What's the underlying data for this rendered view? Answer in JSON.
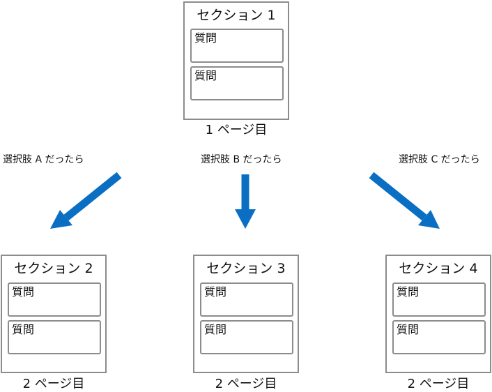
{
  "colors": {
    "arrow": "#0a6fc2",
    "border": "#8c8c8c",
    "text": "#111111"
  },
  "top_page": {
    "section_title": "セクション 1",
    "questions": [
      "質問",
      "質問"
    ],
    "page_label": "1 ページ目"
  },
  "choices": [
    {
      "label": "選択肢 A だったら"
    },
    {
      "label": "選択肢 B だったら"
    },
    {
      "label": "選択肢 C だったら"
    }
  ],
  "bottom_pages": [
    {
      "section_title": "セクション 2",
      "questions": [
        "質問",
        "質問"
      ],
      "page_label": "2 ページ目"
    },
    {
      "section_title": "セクション 3",
      "questions": [
        "質問",
        "質問"
      ],
      "page_label": "2 ページ目"
    },
    {
      "section_title": "セクション 4",
      "questions": [
        "質問",
        "質問"
      ],
      "page_label": "2 ページ目"
    }
  ]
}
